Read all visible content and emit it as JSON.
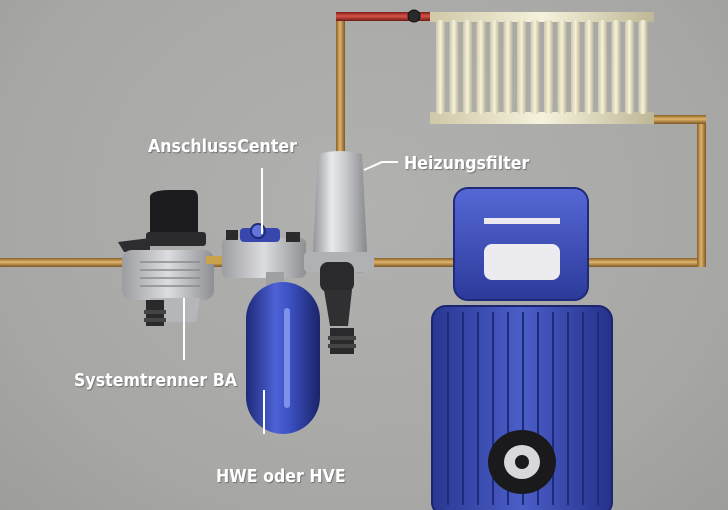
{
  "labels": {
    "anschlusscenter": "AnschlussCenter",
    "heizungsfilter": "Heizungsfilter",
    "systemtrenner": "Systemtrenner BA",
    "hwe": "HWE oder HVE"
  },
  "colors": {
    "background": "#a9a9a7",
    "pipe_copper": "#b98a45",
    "pipe_hot": "#b6352a",
    "radiator": "#ece7c8",
    "device_blue": "#3a4bb0",
    "leader_lines": "#ffffff"
  }
}
